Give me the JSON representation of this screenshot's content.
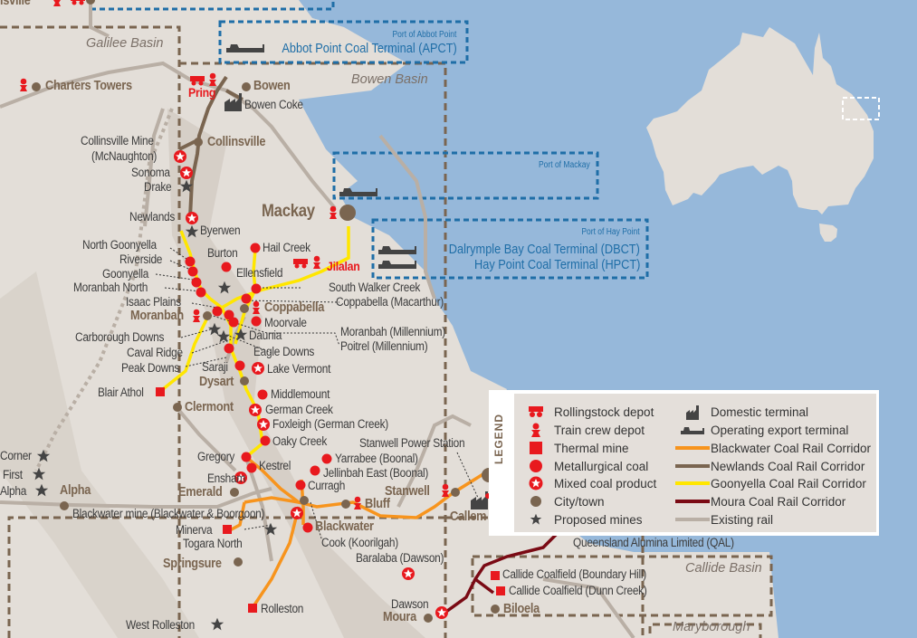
{
  "map": {
    "regions": {
      "galilee_basin": "Galilee Basin",
      "bowen_basin": "Bowen Basin",
      "callide_basin": "Callide Basin",
      "maryborough": "Maryborough"
    },
    "ports": {
      "abbot_point": {
        "port": "Port of Abbot Point",
        "terminal": "Abbot Point Coal Terminal (APCT)"
      },
      "mackay": {
        "port": "Port of Mackay"
      },
      "hay_point": {
        "port": "Port of Hay Point",
        "terminals": [
          "Dalrymple Bay Coal Terminal (DBCT)",
          "Hay Point Coal Terminal (HPCT)"
        ]
      }
    },
    "towns": {
      "collinsville_partial": "isville",
      "charters_towers": "Charters Towers",
      "bowen": "Bowen",
      "collinsville": "Collinsville",
      "mackay": "Mackay",
      "moranbah": "Moranbah",
      "coppabella": "Coppabella",
      "dysart": "Dysart",
      "clermont": "Clermont",
      "emerald": "Emerald",
      "alpha": "Alpha",
      "springsure": "Springsure",
      "blackwater": "Blackwater",
      "stanwell": "Stanwell",
      "callemondah": "Callem",
      "moura": "Moura",
      "biloela": "Biloela"
    },
    "depots": {
      "pring": "Pring",
      "jilalan": "Jilalan",
      "bluff": "Bluff"
    },
    "terminals": {
      "bowen_coke": "Bowen Coke",
      "qal": "Queensland Alumina Limited (QAL)",
      "stanwell_power": "Stanwell Power Station"
    },
    "mines": {
      "collinsville_mine": "Collinsville Mine",
      "mcnaughton": "(McNaughton)",
      "sonoma": "Sonoma",
      "drake": "Drake",
      "newlands": "Newlands",
      "byerwen": "Byerwen",
      "north_goonyella": "North Goonyella",
      "riverside": "Riverside",
      "goonyella": "Goonyella",
      "moranbah_north": "Moranbah North",
      "isaac_plains": "Isaac Plains",
      "burton": "Burton",
      "hail_creek": "Hail Creek",
      "ellensfield": "Ellensfield",
      "south_walker_creek": "South Walker Creek",
      "coppabella_macarthur": "Coppabella (Macarthur)",
      "moorvale": "Moorvale",
      "moranbah_millennium": "Moranbah (Millennium)",
      "poitrel_millennium": "Poitrel (Millennium)",
      "carborough_downs": "Carborough Downs",
      "dauni": "Daunia",
      "caval_ridge": "Caval Ridge",
      "eagle_downs": "Eagle Downs",
      "peak_downs": "Peak Downs",
      "saraji": "Saraji",
      "lake_vermont": "Lake Vermont",
      "blair_athol": "Blair Athol",
      "middlemount": "Middlemount",
      "german_creek": "German Creek",
      "foxleigh": "Foxleigh (German Creek)",
      "oaky_creek": "Oaky Creek",
      "gregory": "Gregory",
      "kestrel": "Kestrel",
      "yarrabee": "Yarrabee (Boonal)",
      "jellinbah": "Jellinbah East (Boonal)",
      "ensham": "Ensham",
      "curragh": "Curragh",
      "corner": "Corner",
      "first": "First",
      "alpha_mine": "Alpha",
      "blackwater_mine": "Blackwater mine (Blackwater & Boorgoon)",
      "minerva": "Minerva",
      "togara_north": "Togara North",
      "cook": "Cook (Koorilgah)",
      "baralaba": "Baralaba (Dawson)",
      "rolleston": "Rolleston",
      "west_rolleston": "West Rolleston",
      "dawson": "Dawson",
      "callide_boundary": "Callide Coalfield (Boundary Hill)",
      "callide_dunn": "Callide Coalfield (Dunn Creek)"
    }
  },
  "legend": {
    "title": "LEGEND",
    "symbols": [
      {
        "icon": "rollingstock-depot-icon",
        "label": "Rollingstock depot"
      },
      {
        "icon": "train-crew-depot-icon",
        "label": "Train crew depot"
      },
      {
        "icon": "thermal-mine-icon",
        "label": "Thermal mine"
      },
      {
        "icon": "metallurgical-coal-icon",
        "label": "Metallurgical coal"
      },
      {
        "icon": "mixed-coal-product-icon",
        "label": "Mixed coal product"
      },
      {
        "icon": "city-town-icon",
        "label": "City/town"
      },
      {
        "icon": "proposed-mine-icon",
        "label": "Proposed mines"
      }
    ],
    "lines": [
      {
        "icon": "domestic-terminal-icon",
        "label": "Domestic terminal"
      },
      {
        "icon": "export-terminal-icon",
        "label": "Operating export terminal"
      },
      {
        "icon": "line",
        "label": "Blackwater Coal Rail Corridor",
        "color": "#f7941d"
      },
      {
        "icon": "line",
        "label": "Newlands Coal Rail Corridor",
        "color": "#7a6550"
      },
      {
        "icon": "line",
        "label": "Goonyella Coal Rail Corridor",
        "color": "#ffe600"
      },
      {
        "icon": "line",
        "label": "Moura Coal Rail Corridor",
        "color": "#7a0a14"
      },
      {
        "icon": "line",
        "label": "Existing rail",
        "color": "#b9afa5"
      }
    ]
  },
  "colors": {
    "sea": "#96b8da",
    "land": "#e3ded8",
    "land_dark": "#d2cbc3",
    "red": "#e8191e",
    "town": "#7a6550",
    "port_blue": "#1f6ea7",
    "blackwater": "#f7941d",
    "goonyella": "#ffe600",
    "moura": "#7a0a14",
    "existing": "#b9afa5"
  }
}
